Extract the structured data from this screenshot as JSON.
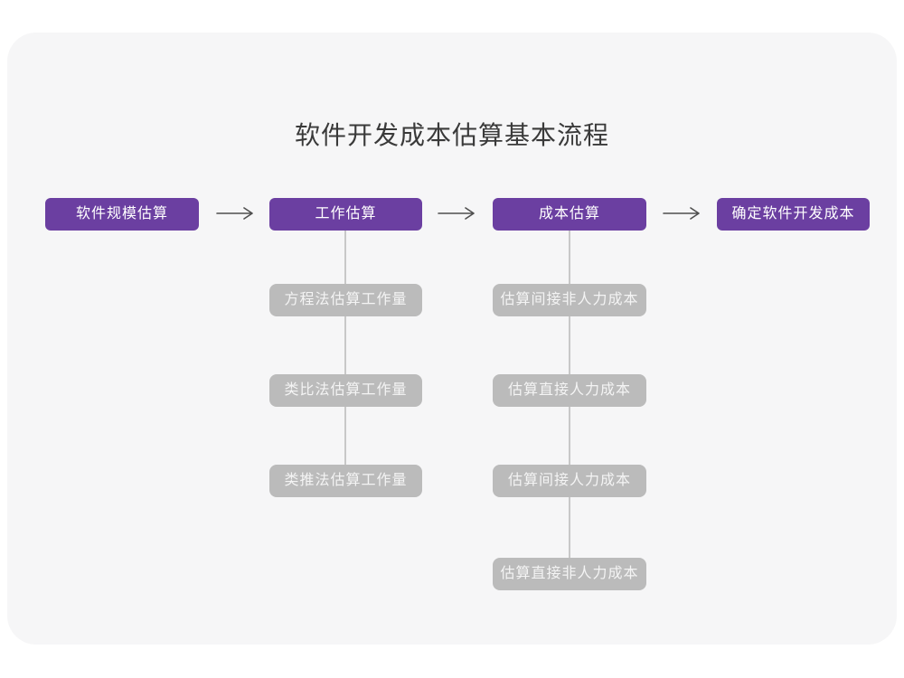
{
  "title": "软件开发成本估算基本流程",
  "colors": {
    "page_bg": "#ffffff",
    "card_bg": "#f6f6f7",
    "primary_purple": "#6b3fa1",
    "gray_node": "#bbbbbb",
    "node_text": "#ffffff",
    "title_text": "#3a3a3a",
    "arrow": "#4f4f4f",
    "connector_line": "#c8c8c8"
  },
  "main_flow": [
    {
      "label": "软件规模估算"
    },
    {
      "label": "工作估算"
    },
    {
      "label": "成本估算"
    },
    {
      "label": "确定软件开发成本"
    }
  ],
  "sub_flows": [
    {
      "parent": "工作估算",
      "steps": [
        "方程法估算工作量",
        "类比法估算工作量",
        "类推法估算工作量"
      ]
    },
    {
      "parent": "成本估算",
      "steps": [
        "估算间接非人力成本",
        "估算直接人力成本",
        "估算间接人力成本",
        "估算直接非人力成本"
      ]
    }
  ]
}
